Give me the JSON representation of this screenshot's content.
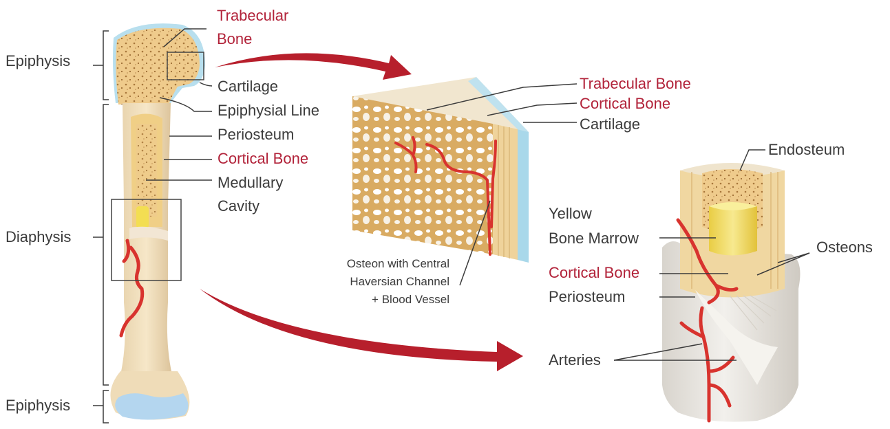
{
  "labels": {
    "epiphysis_top": "Epiphysis",
    "diaphysis": "Diaphysis",
    "epiphysis_bottom": "Epiphysis",
    "trabecular_bone_1": "Trabecular",
    "trabecular_bone_2": "Bone",
    "cartilage": "Cartilage",
    "epiphysial_line": "Epiphysial Line",
    "periosteum": "Periosteum",
    "cortical_bone": "Cortical Bone",
    "medullary_1": "Medullary",
    "medullary_2": "Cavity",
    "detail_trabecular": "Trabecular Bone",
    "detail_cortical": "Cortical Bone",
    "detail_cartilage": "Cartilage",
    "osteon_1": "Osteon with Central",
    "osteon_2": "Haversian Channel",
    "osteon_3": "+ Blood Vessel",
    "endosteum": "Endosteum",
    "yellow_1": "Yellow",
    "yellow_2": "Bone Marrow",
    "osteons": "Osteons",
    "shaft_cortical": "Cortical Bone",
    "shaft_periosteum": "Periosteum",
    "arteries": "Arteries"
  },
  "colors": {
    "label_text": "#3b3b3b",
    "highlight_text": "#b2233a",
    "bone": "#f3d9a4",
    "spongy": "#eec88a",
    "cartilage": "#a9d8ea",
    "artery": "#d8332e",
    "arrow": "#b71f2c",
    "marrow": "#f1dc6e",
    "periosteum_grey": "#e6e3dd"
  }
}
